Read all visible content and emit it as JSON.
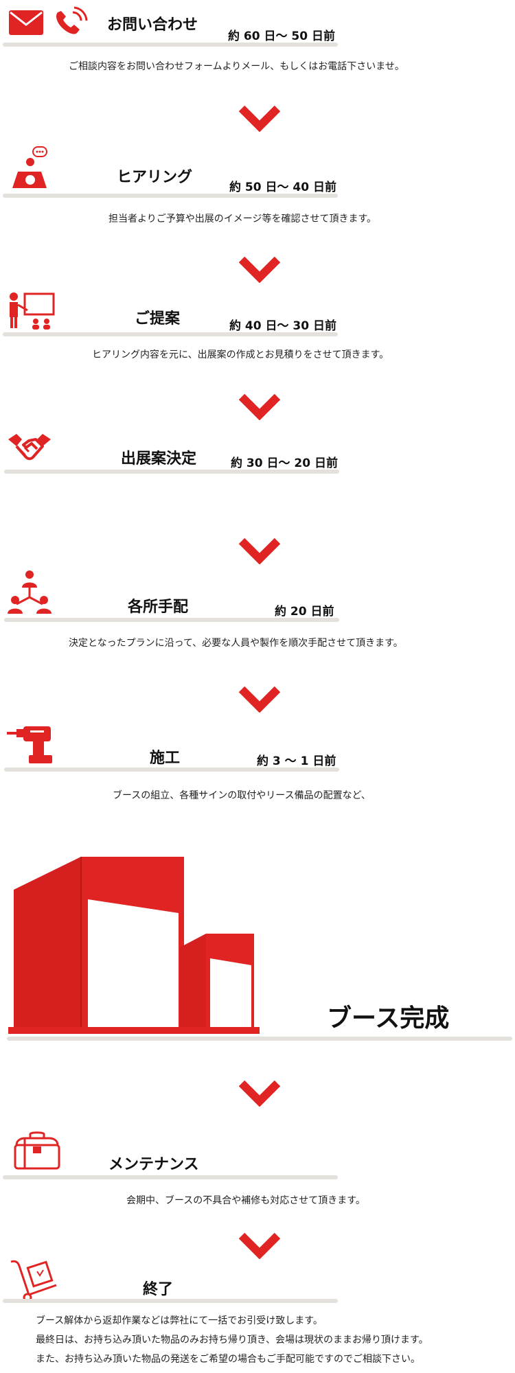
{
  "colors": {
    "accent": "#e02424",
    "bar": "#e4e0dc"
  },
  "steps": [
    {
      "title": "お問い合わせ",
      "timing": "約 60 日～ 50 日前",
      "desc": "ご相談内容をお問い合わせフォームよりメール、もしくはお電話下さいませ。",
      "icons": [
        "envelope-icon",
        "phone-icon"
      ]
    },
    {
      "title": "ヒアリング",
      "timing": "約 50 日～ 40 日前",
      "desc": "担当者よりご予算や出展のイメージ等を確認させて頂きます。",
      "icons": [
        "meeting-icon"
      ]
    },
    {
      "title": "ご提案",
      "timing": "約 40 日～ 30 日前",
      "desc": "ヒアリング内容を元に、出展案の作成とお見積りをさせて頂きます。",
      "icons": [
        "presentation-icon"
      ]
    },
    {
      "title": "出展案決定",
      "timing": "約 30 日～ 20 日前",
      "desc": "",
      "icons": [
        "handshake-icon"
      ]
    },
    {
      "title": "各所手配",
      "timing": "約 20 日前",
      "desc": "決定となったプランに沿って、必要な人員や製作を順次手配させて頂きます。",
      "icons": [
        "network-people-icon"
      ]
    },
    {
      "title": "施工",
      "timing": "約 3 ～ 1 日前",
      "desc": "ブースの組立、各種サインの取付やリース備品の配置など、",
      "icons": [
        "drill-icon"
      ]
    }
  ],
  "booth": {
    "title": "ブース完成",
    "icon": "booth-structure-icon"
  },
  "maintenance": {
    "title": "メンテナンス",
    "desc": "会期中、ブースの不具合や補修も対応させて頂きます。",
    "icon": "toolbox-icon"
  },
  "finish": {
    "title": "終了",
    "icon": "hand-truck-icon",
    "lines": [
      "ブース解体から返却作業などは弊社にて一括でお引受け致します。",
      "最終日は、お持ち込み頂いた物品のみお持ち帰り頂き、会場は現状のままお帰り頂けます。",
      "また、お持ち込み頂いた物品の発送をご希望の場合もご手配可能ですのでご相談下さい。"
    ]
  }
}
